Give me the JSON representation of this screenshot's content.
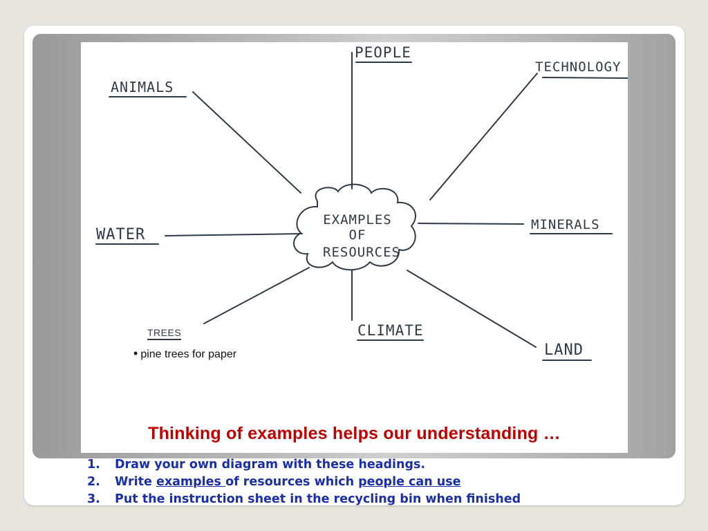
{
  "diagram": {
    "center": [
      "EXAMPLES",
      "OF",
      "RESOURCES"
    ],
    "headings": {
      "people": "PEOPLE",
      "technology": "TECHNOLOGY",
      "animals": "ANIMALS",
      "water": "WATER",
      "minerals": "MINERALS",
      "climate": "CLIMATE",
      "land": "LAND"
    },
    "trees_label": "TREES",
    "trees_example": "pine trees for paper"
  },
  "tagline": "Thinking of examples helps our understanding …",
  "instructions": [
    {
      "num": "1.",
      "text": "Draw your own diagram with these headings."
    },
    {
      "num": "2.",
      "pre": "Write ",
      "link1": "examples ",
      "mid": "of resources which ",
      "link2": "people can use"
    },
    {
      "num": "3.",
      "text": "Put the instruction sheet in the recycling bin when finished"
    }
  ],
  "colors": {
    "tagline": "#c00000",
    "instructions": "#1a2fa8",
    "ink": "#2d3a48"
  }
}
